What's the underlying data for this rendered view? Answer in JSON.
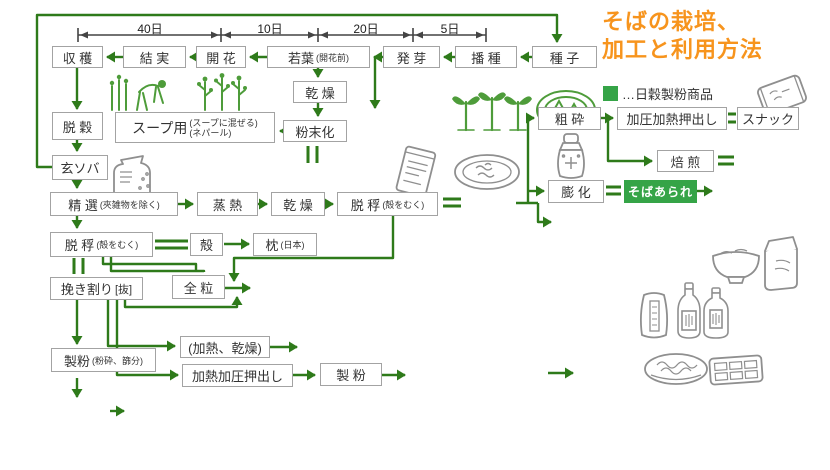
{
  "title": {
    "line1": "そばの栽培、",
    "line2": "加工と利用方法"
  },
  "legend": {
    "text": "…日穀製粉商品"
  },
  "colors": {
    "flow_green": "#2E7A1A",
    "product_green": "#35A447",
    "title_orange": "#F7941D",
    "icon_gray": "#8F8F8F",
    "box_border": "#A3A3A3",
    "timeline_dark": "#444444"
  },
  "timeline": {
    "d40": "40日",
    "d10": "10日",
    "d20": "20日",
    "d5": "5日"
  },
  "nodes": {
    "shukaku": {
      "label": "収 穫"
    },
    "ketsujitsu": {
      "label": "結 実"
    },
    "kaika": {
      "label": "開 花"
    },
    "wakaba": {
      "label": "若葉",
      "note": "(開花前)"
    },
    "hatsuga": {
      "label": "発 芽"
    },
    "hashu": {
      "label": "播 種"
    },
    "shushi": {
      "label": "種 子"
    },
    "dakkoku": {
      "label": "脱 穀"
    },
    "soup": {
      "label": "スープ用",
      "note1": "(スープに混ぜる)",
      "note2": "(ネパール)"
    },
    "kanso_wakaba": {
      "label": "乾 燥"
    },
    "funmatsuka": {
      "label": "粉末化"
    },
    "gensoba": {
      "label": "玄ソバ"
    },
    "seisen": {
      "label": "精 選",
      "note": "(夾雑物を除く)"
    },
    "mushinetsu": {
      "label": "蒸 熱"
    },
    "kanso_mushi": {
      "label": "乾 燥"
    },
    "dappu_mushi": {
      "label": "脱 稃",
      "note": "(殻をむく)"
    },
    "sosai": {
      "label": "粗 砕"
    },
    "kaatsu_kanetsu": {
      "label": "加圧加熱押出し"
    },
    "snack": {
      "label": "スナック"
    },
    "baisen": {
      "label": "焙 煎"
    },
    "bouka": {
      "label": "膨 化"
    },
    "soba_arare": {
      "label": "そばあられ"
    },
    "dappu": {
      "label": "脱 稃",
      "note": "(殻をむく)"
    },
    "kara": {
      "label": "殻"
    },
    "makura": {
      "label": "枕",
      "note": "(日本)"
    },
    "hikiwari": {
      "label": "挽き割り",
      "note": "[抜]"
    },
    "zenryu": {
      "label": "全 粒"
    },
    "seifun_main": {
      "label": "製粉",
      "note": "(粉砕、篩分)"
    },
    "kanetsu_kansou": {
      "label": "(加熱、乾燥)"
    },
    "kanetsu_kaatsu": {
      "label": "加熱加圧押出し"
    },
    "seifun2": {
      "label": "製 粉"
    }
  },
  "icons": [
    "farmer-harvest-icon",
    "flowering-buckwheat-icon",
    "buckwheat-sprouts-icon",
    "seed-plate-icon",
    "buckwheat-sack-icon",
    "powder-package-icon",
    "groats-plate-icon",
    "shaker-jar-icon",
    "snack-package-icon",
    "soba-bowl-icon",
    "arare-bag-icon",
    "flour-bag-icon",
    "tsuyu-bottle-icon",
    "shochu-bottle-icon",
    "noodle-plate-icon",
    "sweets-tray-icon"
  ]
}
